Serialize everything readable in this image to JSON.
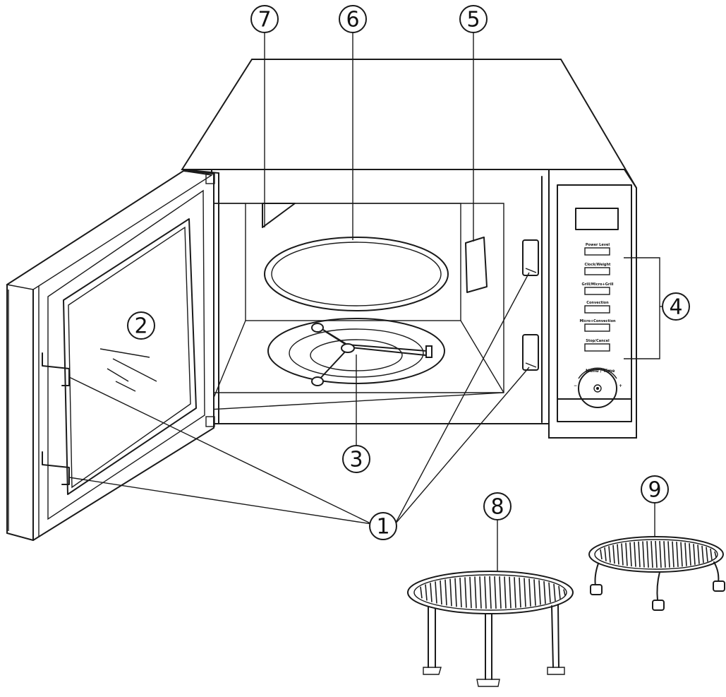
{
  "callouts": [
    {
      "id": "c1",
      "number": "1"
    },
    {
      "id": "c2",
      "number": "2"
    },
    {
      "id": "c3",
      "number": "3"
    },
    {
      "id": "c4",
      "number": "4"
    },
    {
      "id": "c5",
      "number": "5"
    },
    {
      "id": "c6",
      "number": "6"
    },
    {
      "id": "c7",
      "number": "7"
    },
    {
      "id": "c8",
      "number": "8"
    },
    {
      "id": "c9",
      "number": "9"
    }
  ],
  "control_panel": {
    "buttons": [
      {
        "label": "Power Level"
      },
      {
        "label": "Clock/Weight"
      },
      {
        "label": "Grill/Micro+Grill"
      },
      {
        "label": "Convection"
      },
      {
        "label": "Micro+Convection"
      },
      {
        "label": "Stop/Cancel"
      }
    ],
    "knob_label": "Menu / Time",
    "knob_minus": "−",
    "knob_plus": "+"
  }
}
